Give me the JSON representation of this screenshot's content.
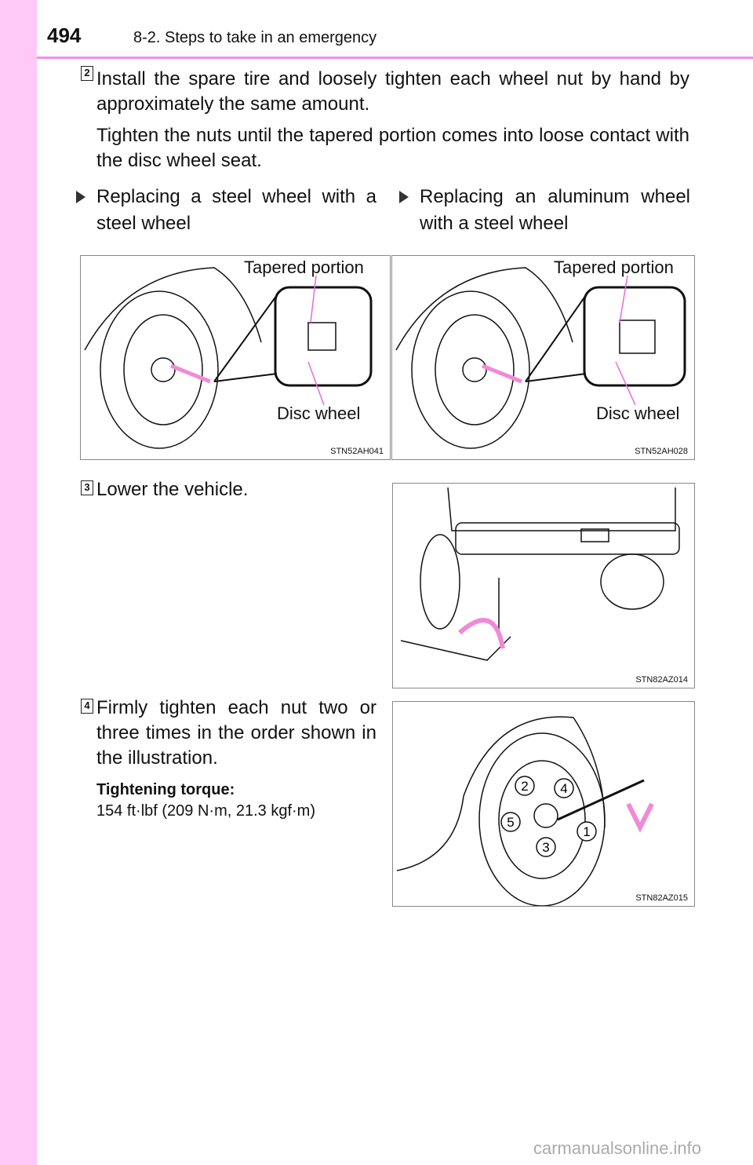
{
  "header": {
    "page_number": "494",
    "section": "8-2. Steps to take in an emergency"
  },
  "steps": [
    {
      "number": "2",
      "text": "Install the spare tire and loosely tighten each wheel nut by hand by approximately the same amount.",
      "subtext": "Tighten the nuts until the tapered portion comes into loose contact with the disc wheel seat."
    },
    {
      "number": "3",
      "text": "Lower the vehicle."
    },
    {
      "number": "4",
      "text": "Firmly tighten each nut two or three times in the order shown in the illustration.",
      "torque_label": "Tightening torque:",
      "torque_value": "154 ft·lbf (209 N·m, 21.3 kgf·m)"
    }
  ],
  "cases": [
    {
      "title": "Replacing a steel wheel with a steel wheel",
      "label_top": "Tapered portion",
      "label_bottom": "Disc wheel",
      "code": "STN52AH041"
    },
    {
      "title": "Replacing an aluminum wheel with a steel wheel",
      "label_top": "Tapered portion",
      "label_bottom": "Disc wheel",
      "code": "STN52AH028"
    }
  ],
  "figures": {
    "lower_code": "STN82AZ014",
    "tighten_code": "STN82AZ015",
    "order_numbers": [
      "1",
      "2",
      "3",
      "4",
      "5"
    ]
  },
  "watermark": "carmanualsonline.info",
  "colors": {
    "sidebar": "#ffc8f6",
    "accent": "#f58ce8"
  }
}
